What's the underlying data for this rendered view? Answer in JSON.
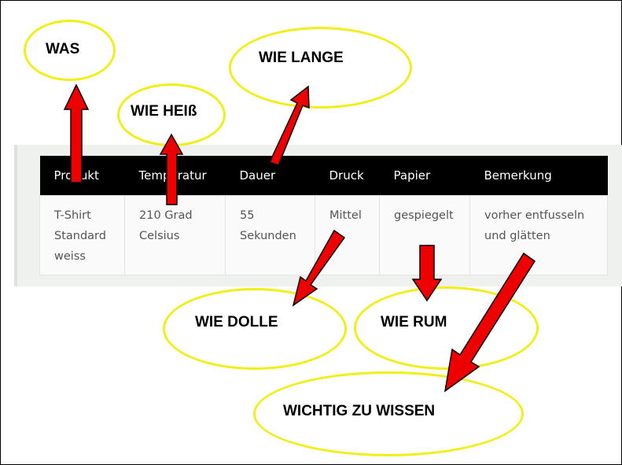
{
  "table": {
    "headers": [
      "Produkt",
      "Temperatur",
      "Dauer",
      "Druck",
      "Papier",
      "Bemerkung"
    ],
    "row": [
      [
        "T-Shirt",
        "Standard",
        "weiss"
      ],
      [
        "210 Grad",
        "Celsius"
      ],
      [
        "55",
        "Sekunden"
      ],
      [
        "Mittel"
      ],
      [
        "gespiegelt"
      ],
      [
        "vorher entfusseln",
        "und glätten"
      ]
    ]
  },
  "annotations": {
    "was": "WAS",
    "wie_heiss": "WIE HEIß",
    "wie_lange": "WIE LANGE",
    "wie_dolle": "WIE DOLLE",
    "wie_rum": "WIE RUM",
    "wichtig": "WICHTIG ZU WISSEN"
  },
  "colors": {
    "ellipse_stroke": "#f2ee18",
    "arrow_fill": "#ee0000",
    "header_bg": "#000000"
  }
}
